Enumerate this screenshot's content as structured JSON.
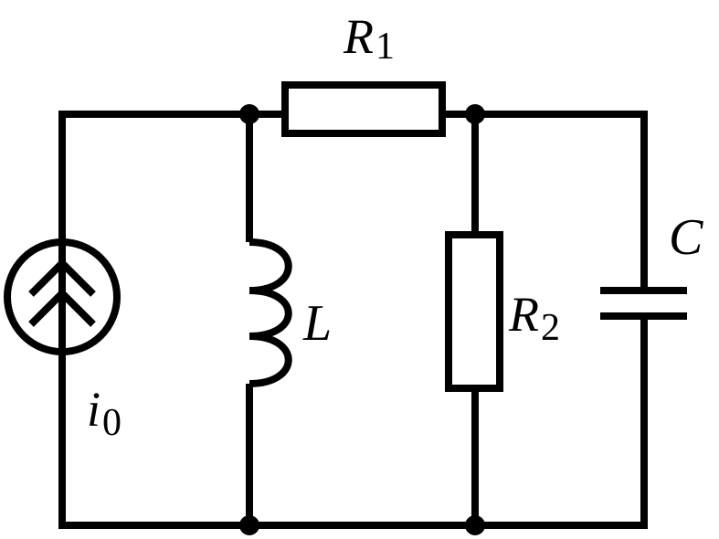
{
  "diagram": {
    "components": {
      "current_source": {
        "symbol": "i",
        "subscript": "0"
      },
      "inductor": {
        "symbol": "L"
      },
      "resistor_1": {
        "symbol": "R",
        "subscript": "1"
      },
      "resistor_2": {
        "symbol": "R",
        "subscript": "2"
      },
      "capacitor": {
        "symbol": "C"
      }
    }
  }
}
